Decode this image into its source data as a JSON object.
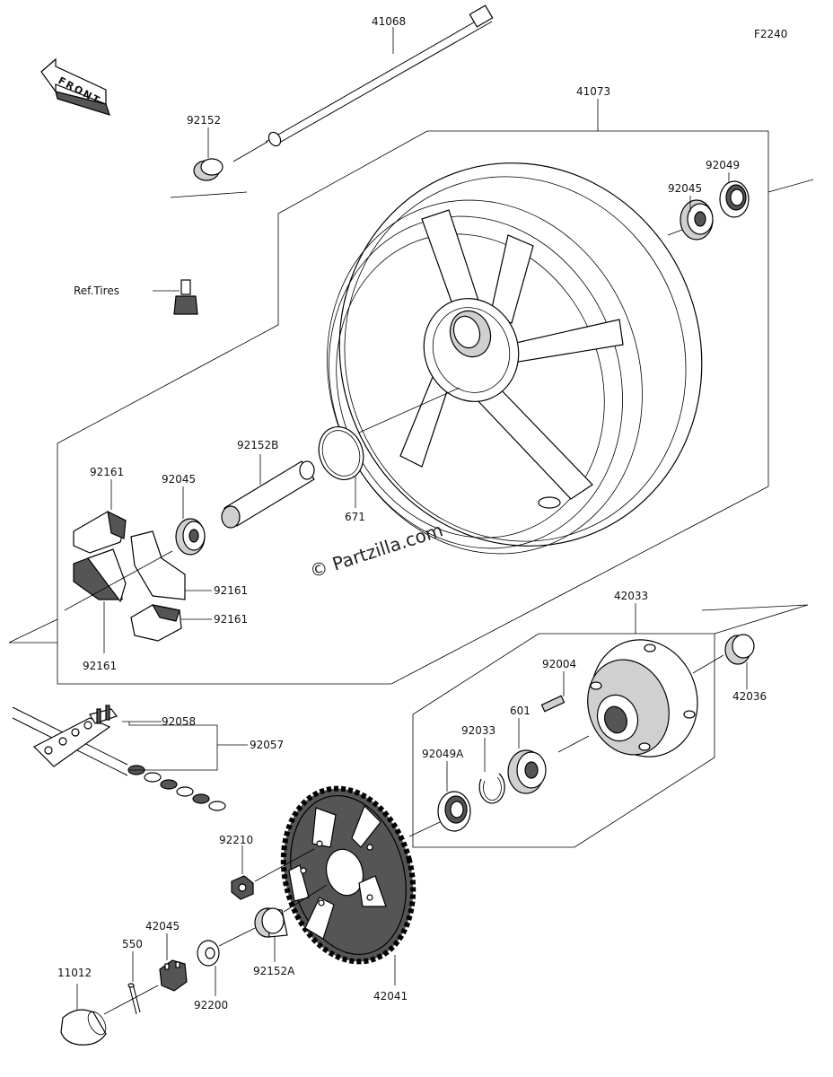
{
  "figure_code": "F2240",
  "front_label": "FRONT",
  "watermark": "© Partzilla.com",
  "labels": {
    "p41068": "41068",
    "p41073": "41073",
    "p92152": "92152",
    "p92049": "92049",
    "p92045_top": "92045",
    "ref_tires": "Ref.Tires",
    "p92152b": "92152B",
    "p92161_a": "92161",
    "p92045_left": "92045",
    "p671": "671",
    "p92161_b": "92161",
    "p92161_c": "92161",
    "p92161_d": "92161",
    "p42033": "42033",
    "p92004": "92004",
    "p42036": "42036",
    "p92058": "92058",
    "p92057": "92057",
    "p92033": "92033",
    "p601": "601",
    "p92049a": "92049A",
    "p92210": "92210",
    "p42045": "42045",
    "p550": "550",
    "p11012": "11012",
    "p92200": "92200",
    "p92152a": "92152A",
    "p42041": "42041"
  }
}
